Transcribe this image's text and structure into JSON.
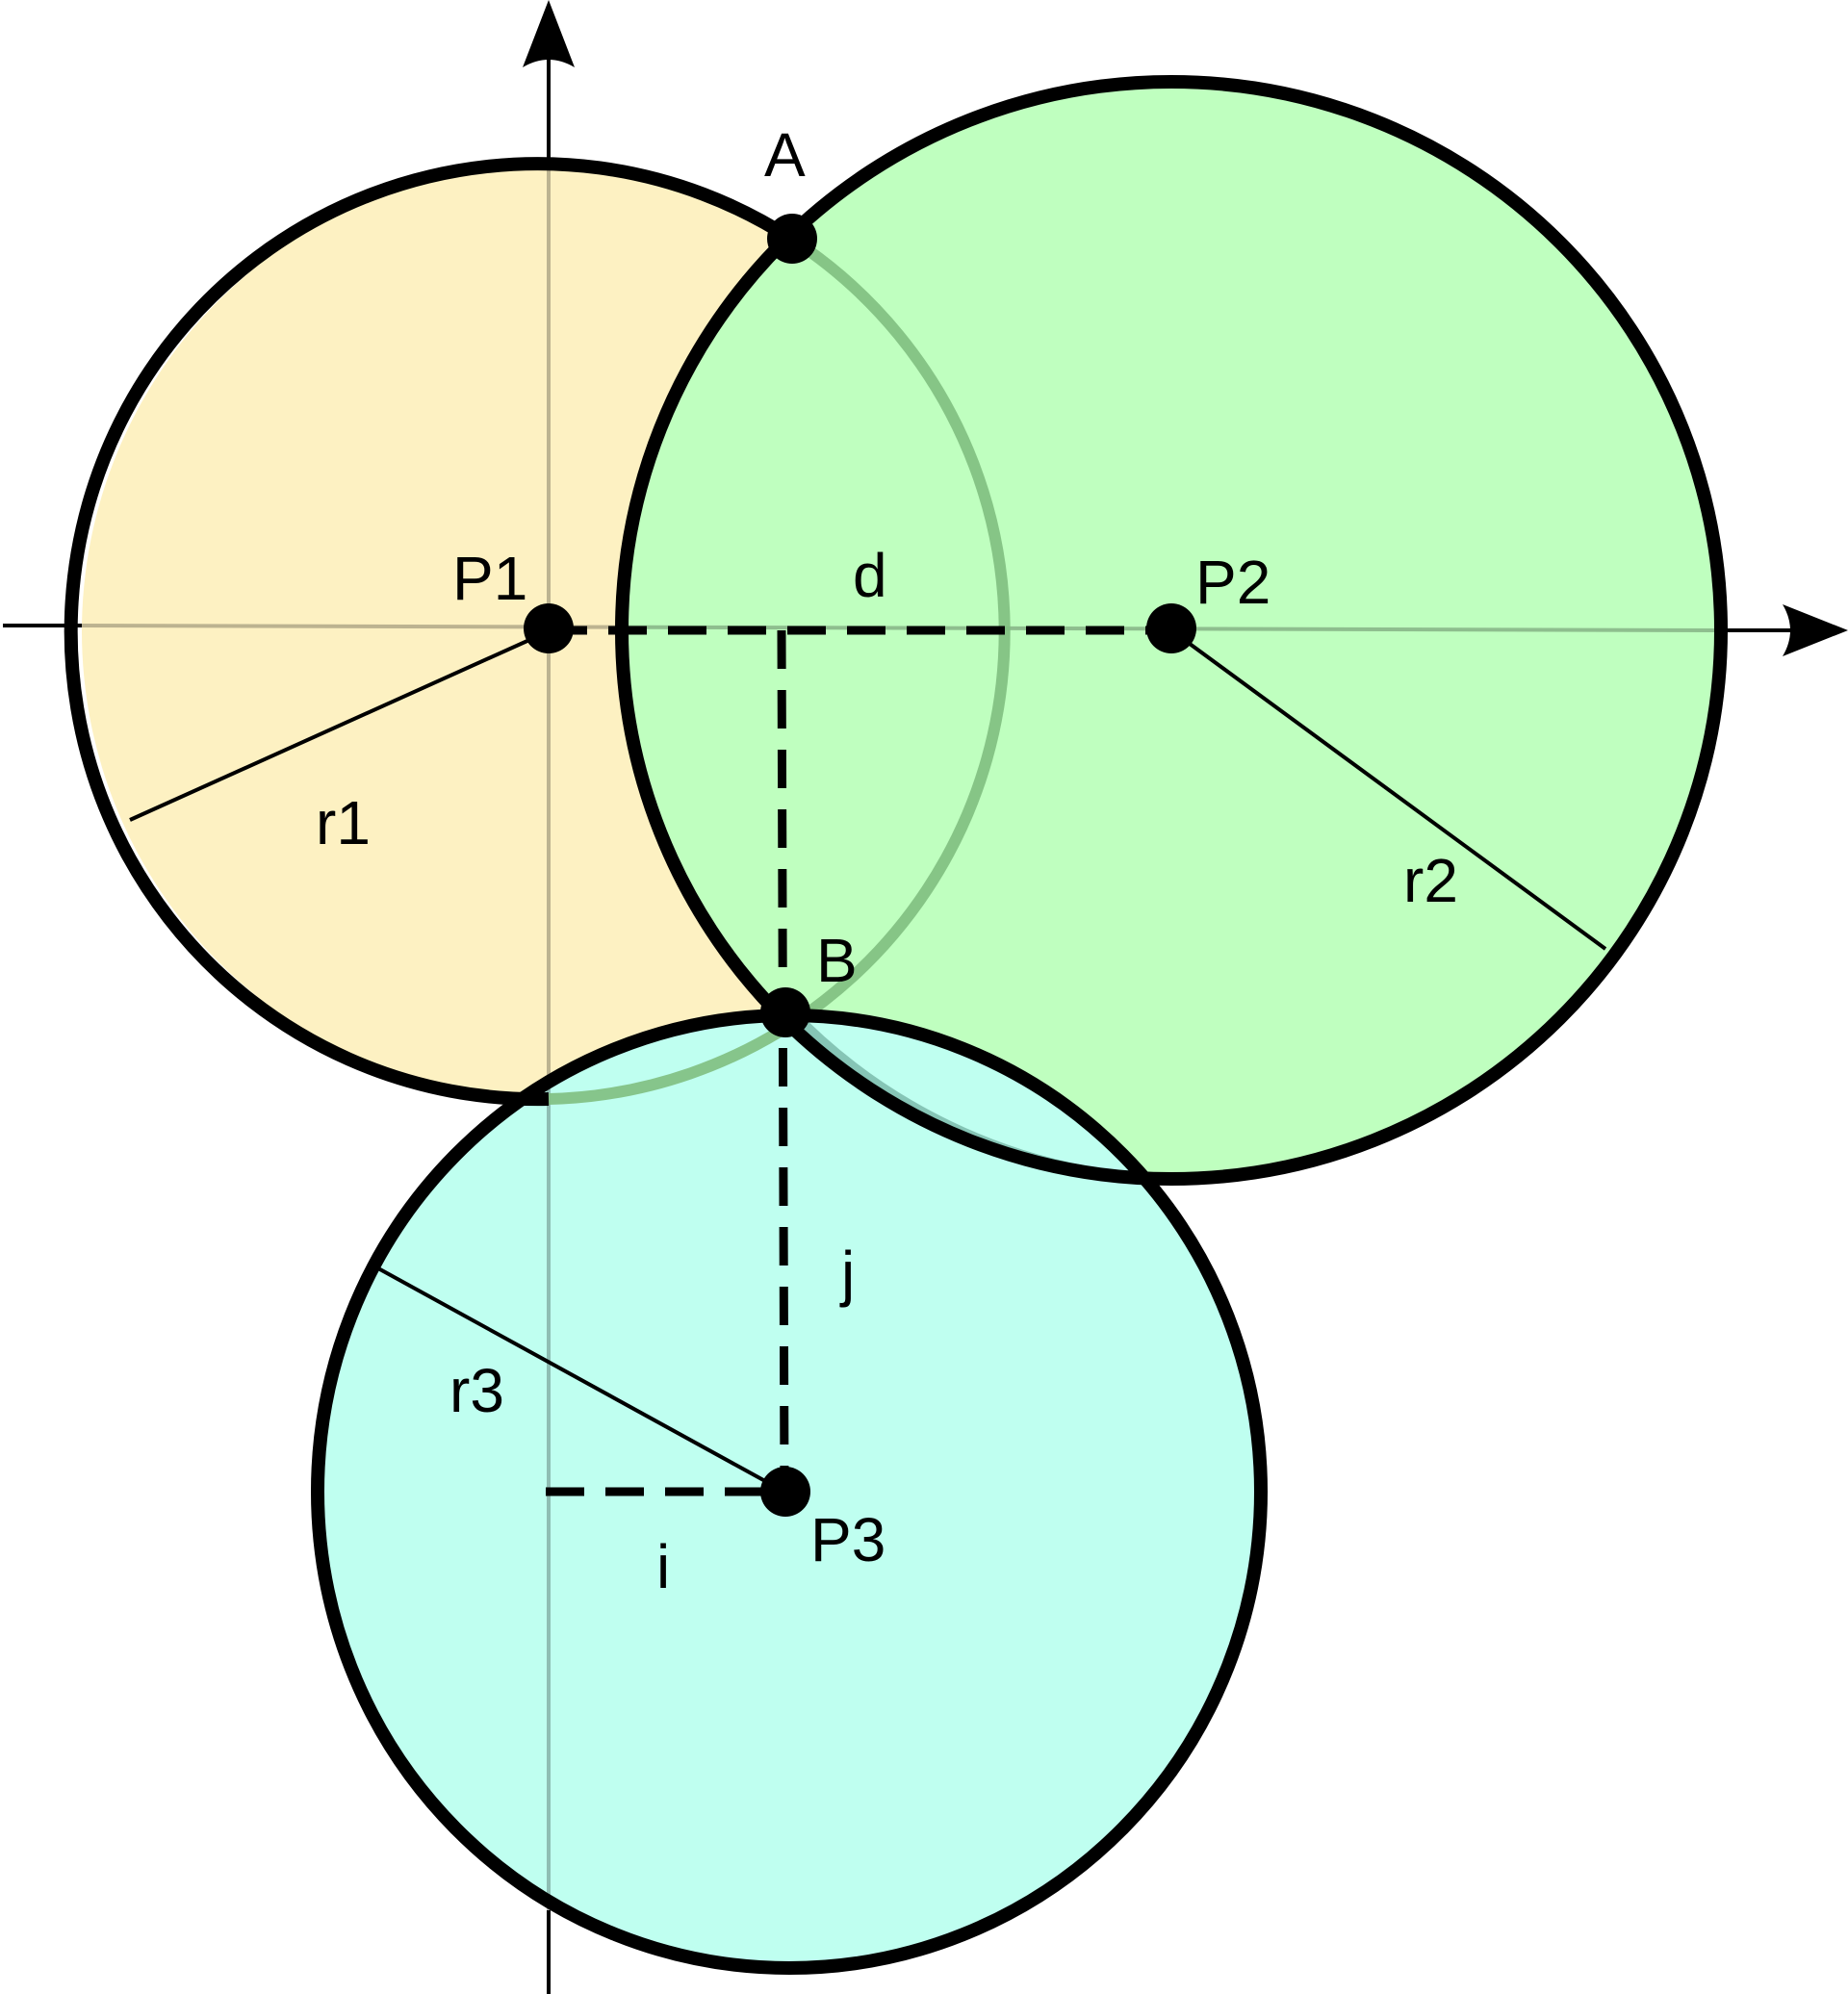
{
  "labels": {
    "A": "A",
    "B": "B",
    "P1": "P1",
    "P2": "P2",
    "P3": "P3",
    "r1": "r1",
    "r2": "r2",
    "r3": "r3",
    "d": "d",
    "i": "i",
    "j": "j"
  },
  "colors": {
    "circle_p1_fill": "#fdf1c2",
    "circle_p2_fill": "#bfffbf",
    "circle_p3_fill": "#bffff0",
    "overlap_stroke": "#7fbf7f",
    "overlap_stroke_lower": "#7fbfaf",
    "outline": "#000000"
  }
}
